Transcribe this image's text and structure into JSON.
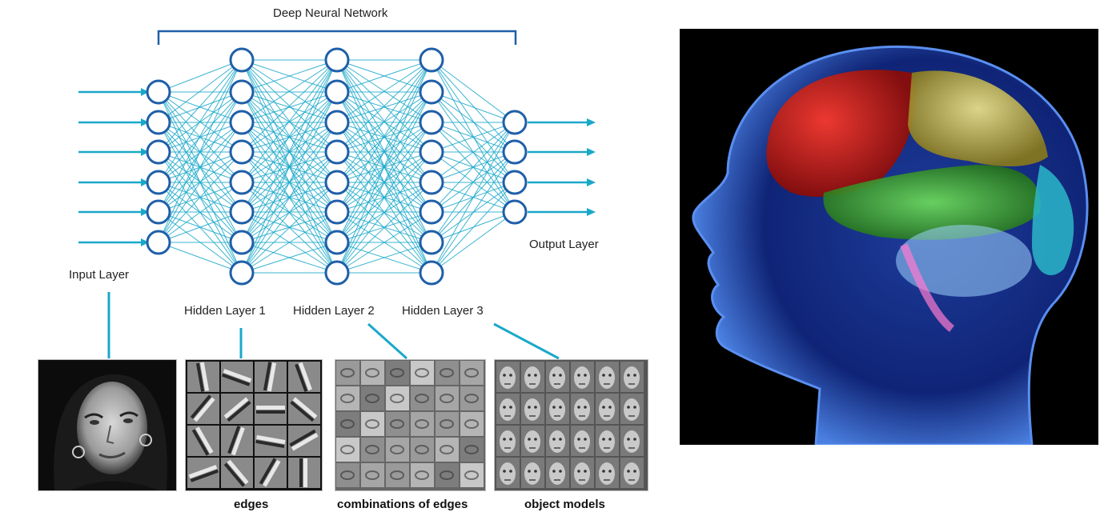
{
  "title": "Deep Neural Network",
  "layers": {
    "input": "Input Layer",
    "hidden1": "Hidden Layer 1",
    "hidden2": "Hidden Layer 2",
    "hidden3": "Hidden Layer 3",
    "output": "Output Layer"
  },
  "captions": {
    "edges": "edges",
    "combinations": "combinations of edges",
    "object_models": "object models"
  },
  "colors": {
    "network": "#1aa8c9",
    "node_stroke": "#1f5fa8",
    "bracket": "#1f5fa8"
  },
  "images": {
    "portrait": "grayscale-portrait-photo",
    "edges_grid": "edge-filter-grid",
    "combinations_grid": "feature-combination-grid",
    "faces_grid": "face-model-grid",
    "brain": "human-head-brain-illustration"
  }
}
